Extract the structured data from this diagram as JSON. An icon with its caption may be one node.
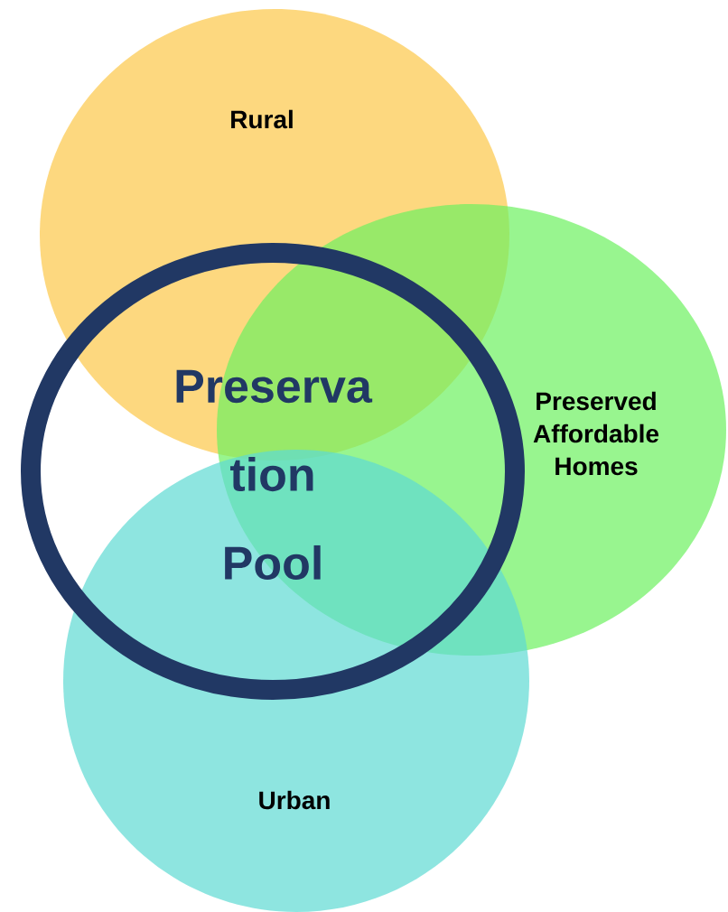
{
  "diagram": {
    "nodes": [
      {
        "text": [
          "Rural"
        ]
      },
      {
        "text": [
          "Preserved Affordable Homes"
        ]
      },
      {
        "text": [
          "Urban"
        ]
      },
      {
        "text": [
          "Preserva tion Pool"
        ]
      }
    ]
  }
}
